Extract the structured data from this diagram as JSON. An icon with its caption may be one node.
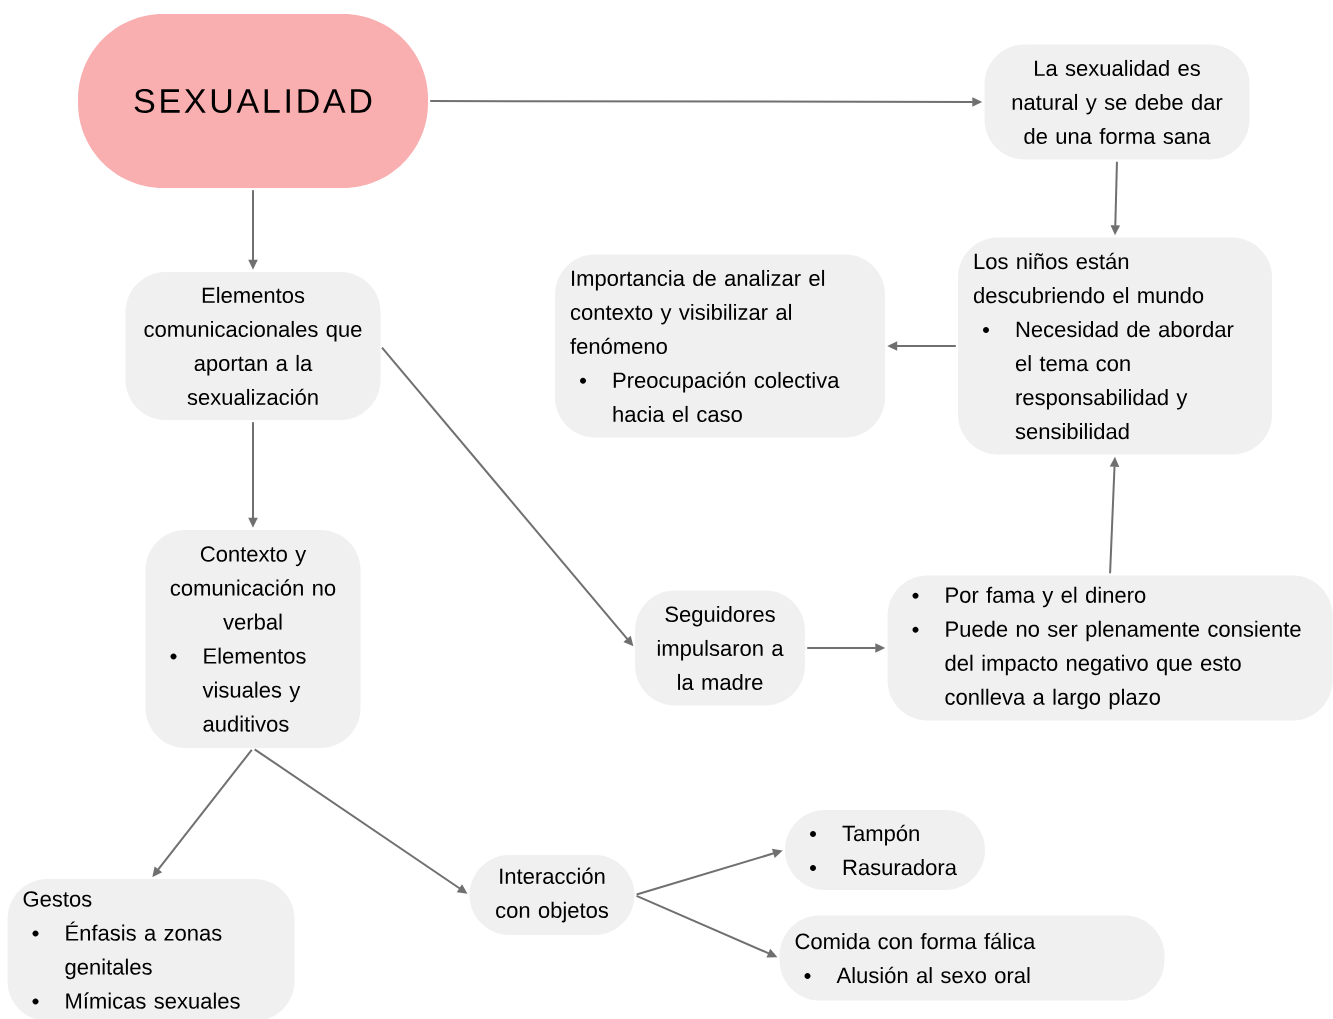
{
  "diagram": {
    "nodes": [
      {
        "text": [
          "SEXUALIDAD"
        ]
      },
      {
        "text": [
          "La sexualidad es natural y se debe dar de una forma sana"
        ]
      },
      {
        "text": [
          "Elementos comunicacionales que aportan a la sexualización"
        ]
      },
      {
        "text": [
          "Importancia de analizar el contexto y visibilizar al fenómeno",
          "Preocupación colectiva hacia el caso"
        ]
      },
      {
        "text": [
          "Los niños están descubriendo el mundo",
          "Necesidad de abordar el tema con responsabilidad y sensibilidad"
        ]
      },
      {
        "text": [
          "Contexto y comunicación no verbal",
          "Elementos visuales y auditivos"
        ]
      },
      {
        "text": [
          "Seguidores impulsaron a la madre"
        ]
      },
      {
        "text": [
          "Por fama y el dinero",
          "Puede no ser plenamente consiente del impacto negativo que esto conlleva a largo plazo"
        ]
      },
      {
        "text": [
          "Tampón",
          "Rasuradora"
        ]
      },
      {
        "text": [
          "Interacción con objetos"
        ]
      },
      {
        "text": [
          "Comida con forma fálica",
          "Alusión al sexo oral"
        ]
      },
      {
        "text": [
          "Gestos",
          "Énfasis a zonas genitales",
          "Mímicas sexuales"
        ]
      }
    ],
    "edges": [
      {
        "from": 0,
        "to": 1,
        "arrow": "to"
      },
      {
        "from": 1,
        "to": 4,
        "arrow": "to"
      },
      {
        "from": 4,
        "to": 3,
        "arrow": "to"
      },
      {
        "from": 0,
        "to": 2,
        "arrow": "to"
      },
      {
        "from": 2,
        "to": 5,
        "arrow": "to"
      },
      {
        "from": 2,
        "to": 6,
        "arrow": "to"
      },
      {
        "from": 6,
        "to": 7,
        "arrow": "to"
      },
      {
        "from": 7,
        "to": 4,
        "arrow": "to"
      },
      {
        "from": 5,
        "to": 11,
        "arrow": "to"
      },
      {
        "from": 5,
        "to": 9,
        "arrow": "to"
      },
      {
        "from": 9,
        "to": 8,
        "arrow": "to"
      },
      {
        "from": 9,
        "to": 10,
        "arrow": "to"
      }
    ]
  }
}
